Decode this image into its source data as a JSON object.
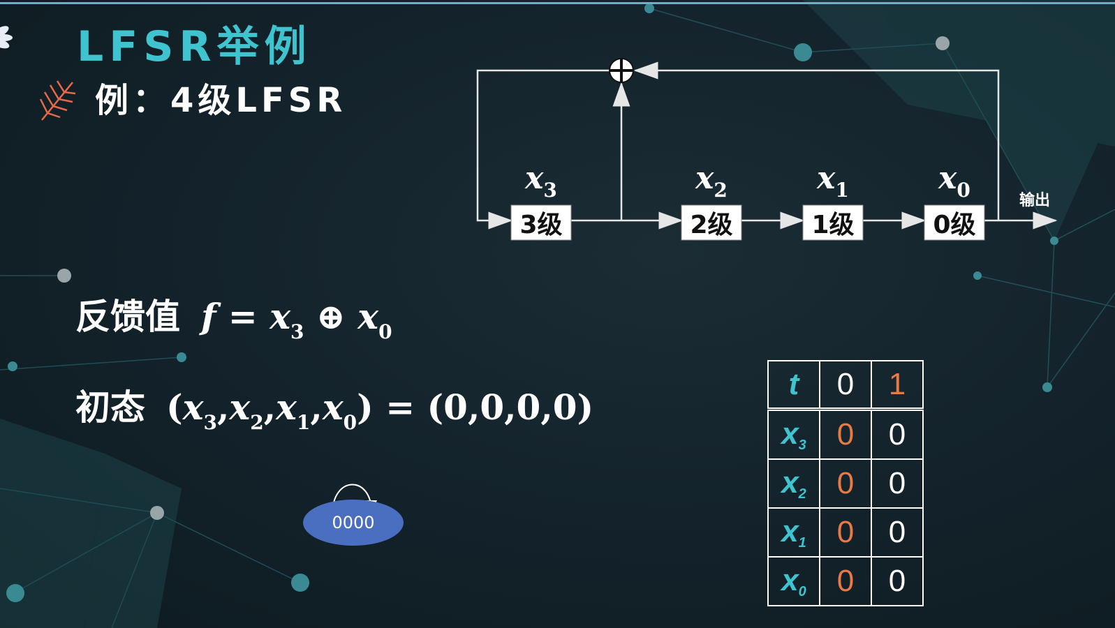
{
  "slide": {
    "title": "LFSR举例",
    "subtitle": "例：4级LFSR"
  },
  "diagram": {
    "stages": [
      {
        "var": "x",
        "sub": "3",
        "label": "3级"
      },
      {
        "var": "x",
        "sub": "2",
        "label": "2级"
      },
      {
        "var": "x",
        "sub": "1",
        "label": "1级"
      },
      {
        "var": "x",
        "sub": "0",
        "label": "0级"
      }
    ],
    "output_label": "输出"
  },
  "equations": {
    "feedback_label": "反馈值",
    "feedback_expr": {
      "f": "f",
      "eq": " = ",
      "x3": "x",
      "s3": "3",
      "op": " ⊕ ",
      "x0": "x",
      "s0": "0"
    },
    "init_label": "初态",
    "init_expr": {
      "open": "(",
      "x3": "x",
      "s3": "3",
      "c1": ",",
      "x2": "x",
      "s2": "2",
      "c2": ",",
      "x1": "x",
      "s1": "1",
      "c3": ",",
      "x0": "x",
      "s0": "0",
      "close": ")",
      "rhs": " = (0,0,0,0)"
    }
  },
  "state_graph": {
    "node_label": "0000"
  },
  "state_table": {
    "header": {
      "var": "t",
      "values": [
        "0",
        "1"
      ]
    },
    "rows": [
      {
        "var": "x",
        "sub": "3",
        "values": [
          "0",
          "0"
        ]
      },
      {
        "var": "x",
        "sub": "2",
        "values": [
          "0",
          "0"
        ]
      },
      {
        "var": "x",
        "sub": "1",
        "values": [
          "0",
          "0"
        ]
      },
      {
        "var": "x",
        "sub": "0",
        "values": [
          "0",
          "0"
        ]
      }
    ]
  },
  "colors": {
    "accent": "#3fc3cf",
    "highlight": "#e97a45",
    "node_fill": "#4a6fc0",
    "line": "#e6e6e6"
  }
}
